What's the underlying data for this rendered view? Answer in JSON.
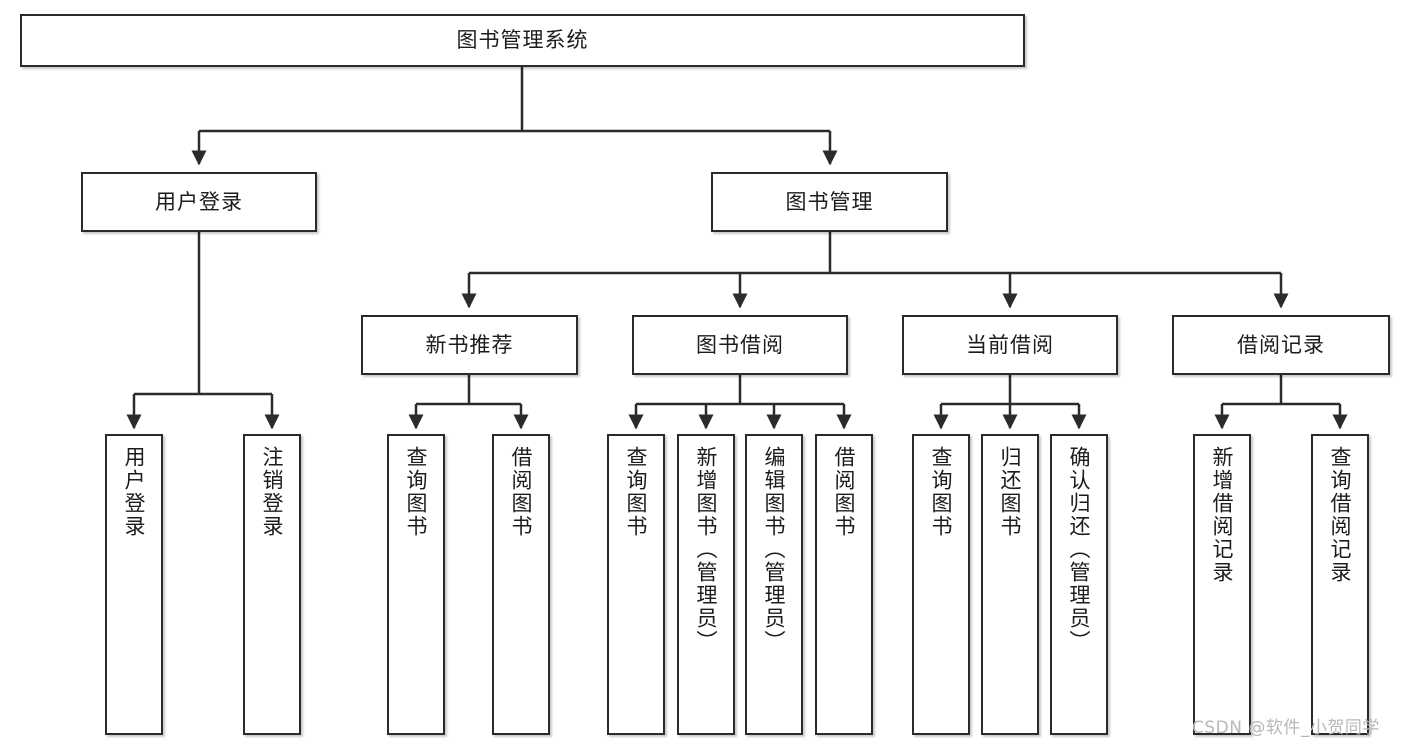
{
  "diagram": {
    "title": "图书管理系统",
    "type": "tree",
    "root": {
      "label": "图书管理系统"
    },
    "level2": [
      {
        "label": "用户登录"
      },
      {
        "label": "图书管理"
      }
    ],
    "level3": [
      {
        "label": "新书推荐"
      },
      {
        "label": "图书借阅"
      },
      {
        "label": "当前借阅"
      },
      {
        "label": "借阅记录"
      }
    ],
    "leaves": {
      "user_login": [
        {
          "label": "用户登录"
        },
        {
          "label": "注销登录"
        }
      ],
      "new_book": [
        {
          "label": "查询图书"
        },
        {
          "label": "借阅图书"
        }
      ],
      "book_borrow": [
        {
          "label": "查询图书"
        },
        {
          "label": "新增图书（管理员）"
        },
        {
          "label": "编辑图书（管理员）"
        },
        {
          "label": "借阅图书"
        }
      ],
      "current_borrow": [
        {
          "label": "查询图书"
        },
        {
          "label": "归还图书"
        },
        {
          "label": "确认归还（管理员）"
        }
      ],
      "borrow_record": [
        {
          "label": "新增借阅记录"
        },
        {
          "label": "查询借阅记录"
        }
      ]
    }
  },
  "watermark": {
    "text": "CSDN @软件_小贺同学"
  },
  "colors": {
    "stroke": "#2b2b2b",
    "fill": "#ffffff",
    "text": "#1c1c1c",
    "watermark": "#b8b8b8"
  }
}
